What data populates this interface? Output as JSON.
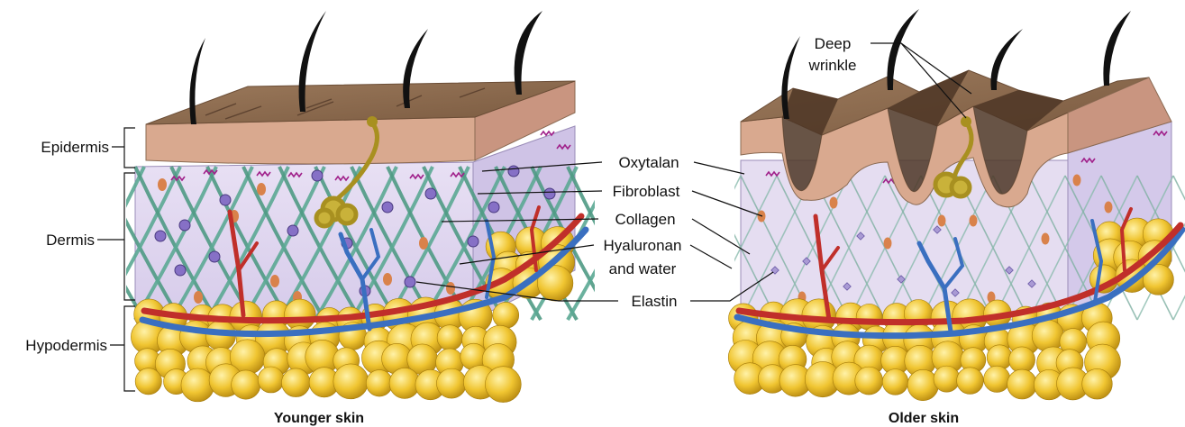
{
  "layers": {
    "epidermis": "Epidermis",
    "dermis": "Dermis",
    "hypodermis": "Hypodermis"
  },
  "components": {
    "oxytalan": "Oxytalan",
    "fibroblast": "Fibroblast",
    "collagen": "Collagen",
    "hyaluronan_line1": "Hyaluronan",
    "hyaluronan_line2": "and water",
    "elastin": "Elastin"
  },
  "wrinkle": {
    "line1": "Deep",
    "line2": "wrinkle"
  },
  "captions": {
    "younger": "Younger skin",
    "older": "Older skin"
  },
  "colors": {
    "epidermis_top": "#8b6b50",
    "epidermis_side": "#d9a98f",
    "dermis": "#ddd3ee",
    "collagen": "#4f9a84",
    "elastin": "#7b62b5",
    "fat": "#e8b830",
    "artery": "#c02f2a",
    "vein": "#3a6fc0"
  }
}
